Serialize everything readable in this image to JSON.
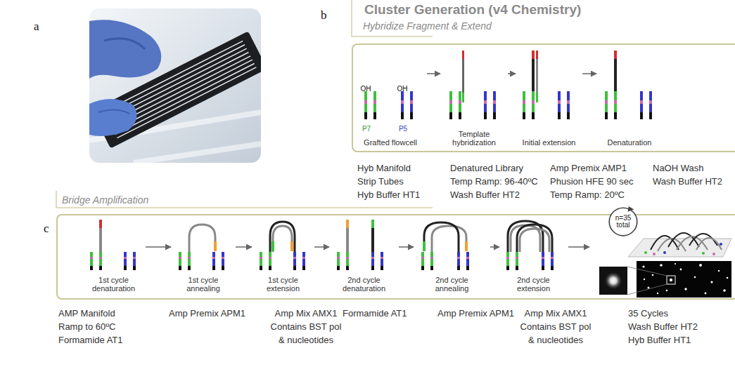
{
  "diagram": {
    "title": "Cluster Generation (v4 Chemistry)",
    "nodes": [
      {
        "text": [
          "Hybridize Fragment & Extend"
        ]
      },
      {
        "text": [
          "Grafted flowcell"
        ],
        "in": 0
      },
      {
        "text": [
          "Template hybridization"
        ],
        "in": 0
      },
      {
        "text": [
          "Initial extension"
        ],
        "in": 0
      },
      {
        "text": [
          "Denaturation"
        ],
        "in": 0
      },
      {
        "text": [
          "Bridge Amplification"
        ]
      },
      {
        "text": [
          "1st cycle denaturation"
        ],
        "in": 5
      },
      {
        "text": [
          "1st cycle annealing"
        ],
        "in": 5
      },
      {
        "text": [
          "1st cycle extension"
        ],
        "in": 5
      },
      {
        "text": [
          "2nd cycle denaturation"
        ],
        "in": 5
      },
      {
        "text": [
          "2nd cycle annealing"
        ],
        "in": 5
      },
      {
        "text": [
          "2nd cycle extension"
        ],
        "in": 5
      },
      {
        "text": [
          "n=35 total"
        ],
        "in": 5
      }
    ],
    "edges": [
      {
        "from": 1,
        "to": 2,
        "arrow": "to"
      },
      {
        "from": 2,
        "to": 3,
        "arrow": "to"
      },
      {
        "from": 3,
        "to": 4,
        "arrow": "to"
      },
      {
        "from": 6,
        "to": 7,
        "arrow": "to"
      },
      {
        "from": 7,
        "to": 8,
        "arrow": "to"
      },
      {
        "from": 8,
        "to": 9,
        "arrow": "to"
      },
      {
        "from": 9,
        "to": 10,
        "arrow": "to"
      },
      {
        "from": 10,
        "to": 11,
        "arrow": "to"
      }
    ],
    "labels": [
      "a",
      "b",
      "c",
      "OH",
      "OH",
      "P7",
      "P5",
      "Hyb Manifold",
      "Strip Tubes",
      "Hyb Buffer HT1",
      "Denatured Library",
      "Temp Ramp: 96-40ºC",
      "Wash Buffer HT2",
      "Amp Premix AMP1",
      "Phusion HFE 90 sec",
      "Temp Ramp: 20ºC",
      "NaOH Wash",
      "Wash Buffer HT2",
      "AMP Manifold",
      "Ramp to 60ºC",
      "Formamide AT1",
      "Amp Premix APM1",
      "Amp Mix AMX1",
      "Contains BST pol",
      "& nucleotides",
      "Formamide AT1",
      "Amp Premix APM1",
      "Amp Mix AMX1",
      "Contains BST pol",
      "& nucleotides",
      "35 Cycles",
      "Wash Buffer HT2",
      "Hyb Buffer HT1"
    ]
  }
}
